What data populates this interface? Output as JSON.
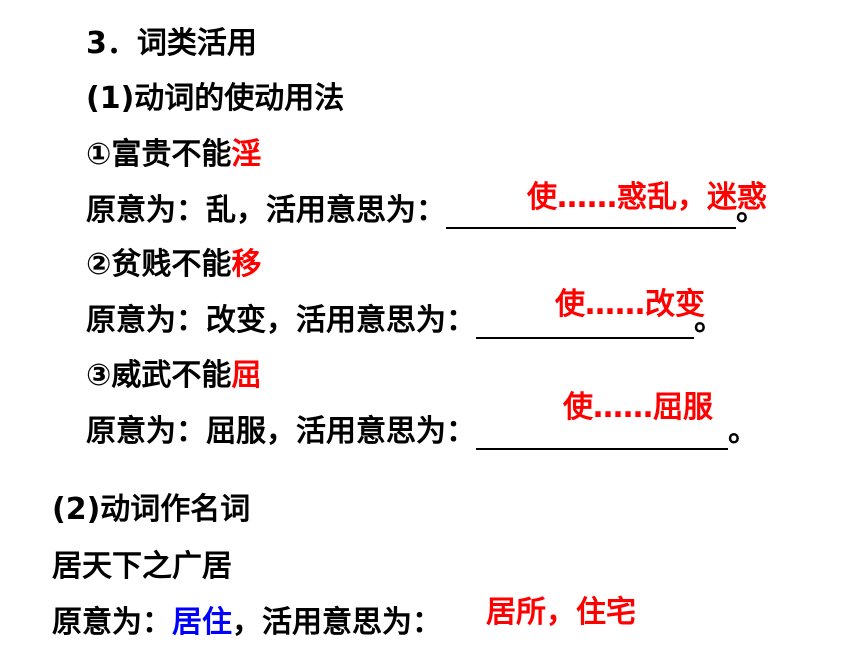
{
  "section_title": "3．词类活用",
  "causative": {
    "heading": "(1)动词的使动用法",
    "items": [
      {
        "phrase_prefix": "①富贵不能",
        "highlight": "淫",
        "explain_prefix": "原意为：乱，活用意思为：",
        "explain_suffix": "。",
        "answer": "使……惑乱，迷惑"
      },
      {
        "phrase_prefix": "②贫贱不能",
        "highlight": "移",
        "explain_prefix": "原意为：改变，活用意思为：",
        "explain_suffix": "。",
        "answer": "使……改变"
      },
      {
        "phrase_prefix": "③威武不能",
        "highlight": "屈",
        "explain_prefix": "原意为：屈服，活用意思为：",
        "explain_suffix": "。",
        "answer": "使……屈服"
      }
    ]
  },
  "verb_as_noun": {
    "heading": "(2)动词作名词",
    "phrase": "居天下之广居",
    "explain_prefix": "原意为：",
    "highlight": "居住",
    "explain_middle": "，活用意思为：",
    "answer": "居所，住宅"
  },
  "colors": {
    "highlight_red": "#ff0000",
    "highlight_blue": "#0000ff"
  }
}
